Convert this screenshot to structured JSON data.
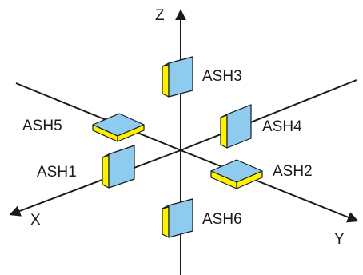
{
  "axes": {
    "z_label": "Z",
    "x_label": "X",
    "y_label": "Y"
  },
  "sensors": {
    "ash1": "ASH1",
    "ash2": "ASH2",
    "ash3": "ASH3",
    "ash4": "ASH4",
    "ash5": "ASH5",
    "ash6": "ASH6"
  },
  "colors": {
    "face_front": "#8ecbef",
    "face_side": "#fff200",
    "edge": "#1a1a1a",
    "axis": "#1a1a1a"
  }
}
